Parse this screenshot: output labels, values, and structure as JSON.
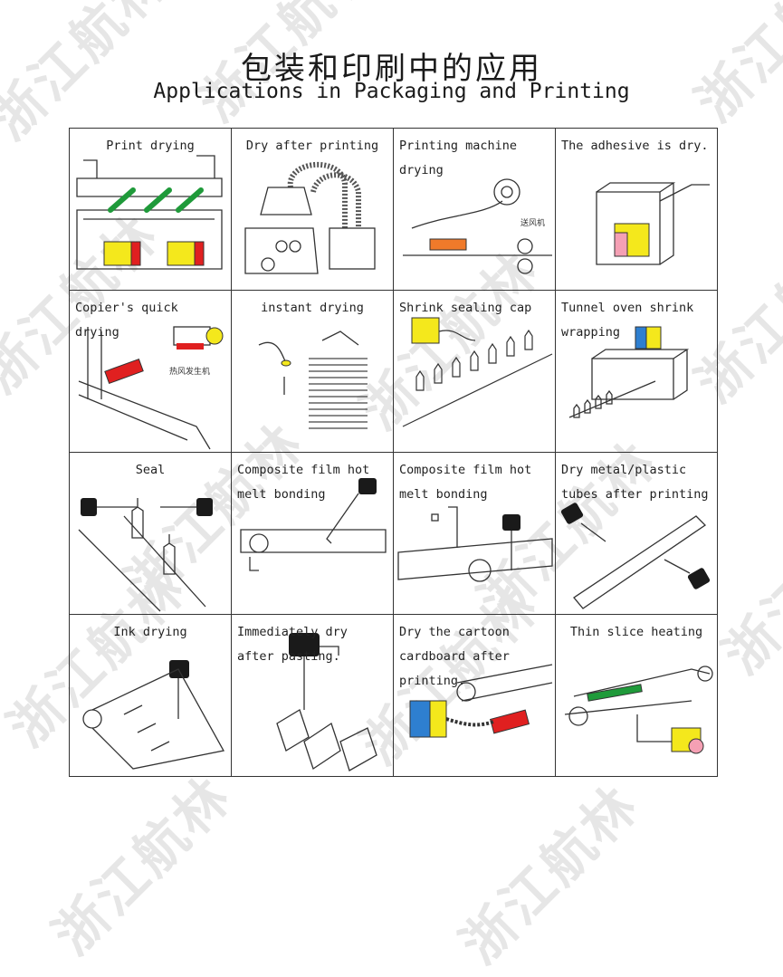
{
  "watermark": "浙江航林",
  "title_zh": "包装和印刷中的应用",
  "title_en": "Applications in Packaging and Printing",
  "cells": [
    {
      "label": "Print drying"
    },
    {
      "label": "Dry after printing"
    },
    {
      "label": "Printing machine drying",
      "note": "送风机"
    },
    {
      "label": "The adhesive is dry."
    },
    {
      "label": "Copier's quick drying",
      "note": "热风发生机"
    },
    {
      "label": "instant drying"
    },
    {
      "label": "Shrink sealing cap"
    },
    {
      "label": "Tunnel oven shrink wrapping"
    },
    {
      "label": "Seal"
    },
    {
      "label": "Composite film hot melt bonding"
    },
    {
      "label": "Composite film hot melt bonding"
    },
    {
      "label": "Dry metal/plastic tubes after printing"
    },
    {
      "label": "Ink drying"
    },
    {
      "label": "Immediately dry after pasting."
    },
    {
      "label": "Dry the cartoon cardboard after printing."
    },
    {
      "label": "Thin slice heating"
    }
  ],
  "colors": {
    "yellow": "#f4e81c",
    "red": "#e02020",
    "blue": "#2e7fd0",
    "green": "#1f9a3a",
    "pink": "#f5a0b4",
    "orange": "#f07a2a",
    "black": "#1a1a1a"
  }
}
